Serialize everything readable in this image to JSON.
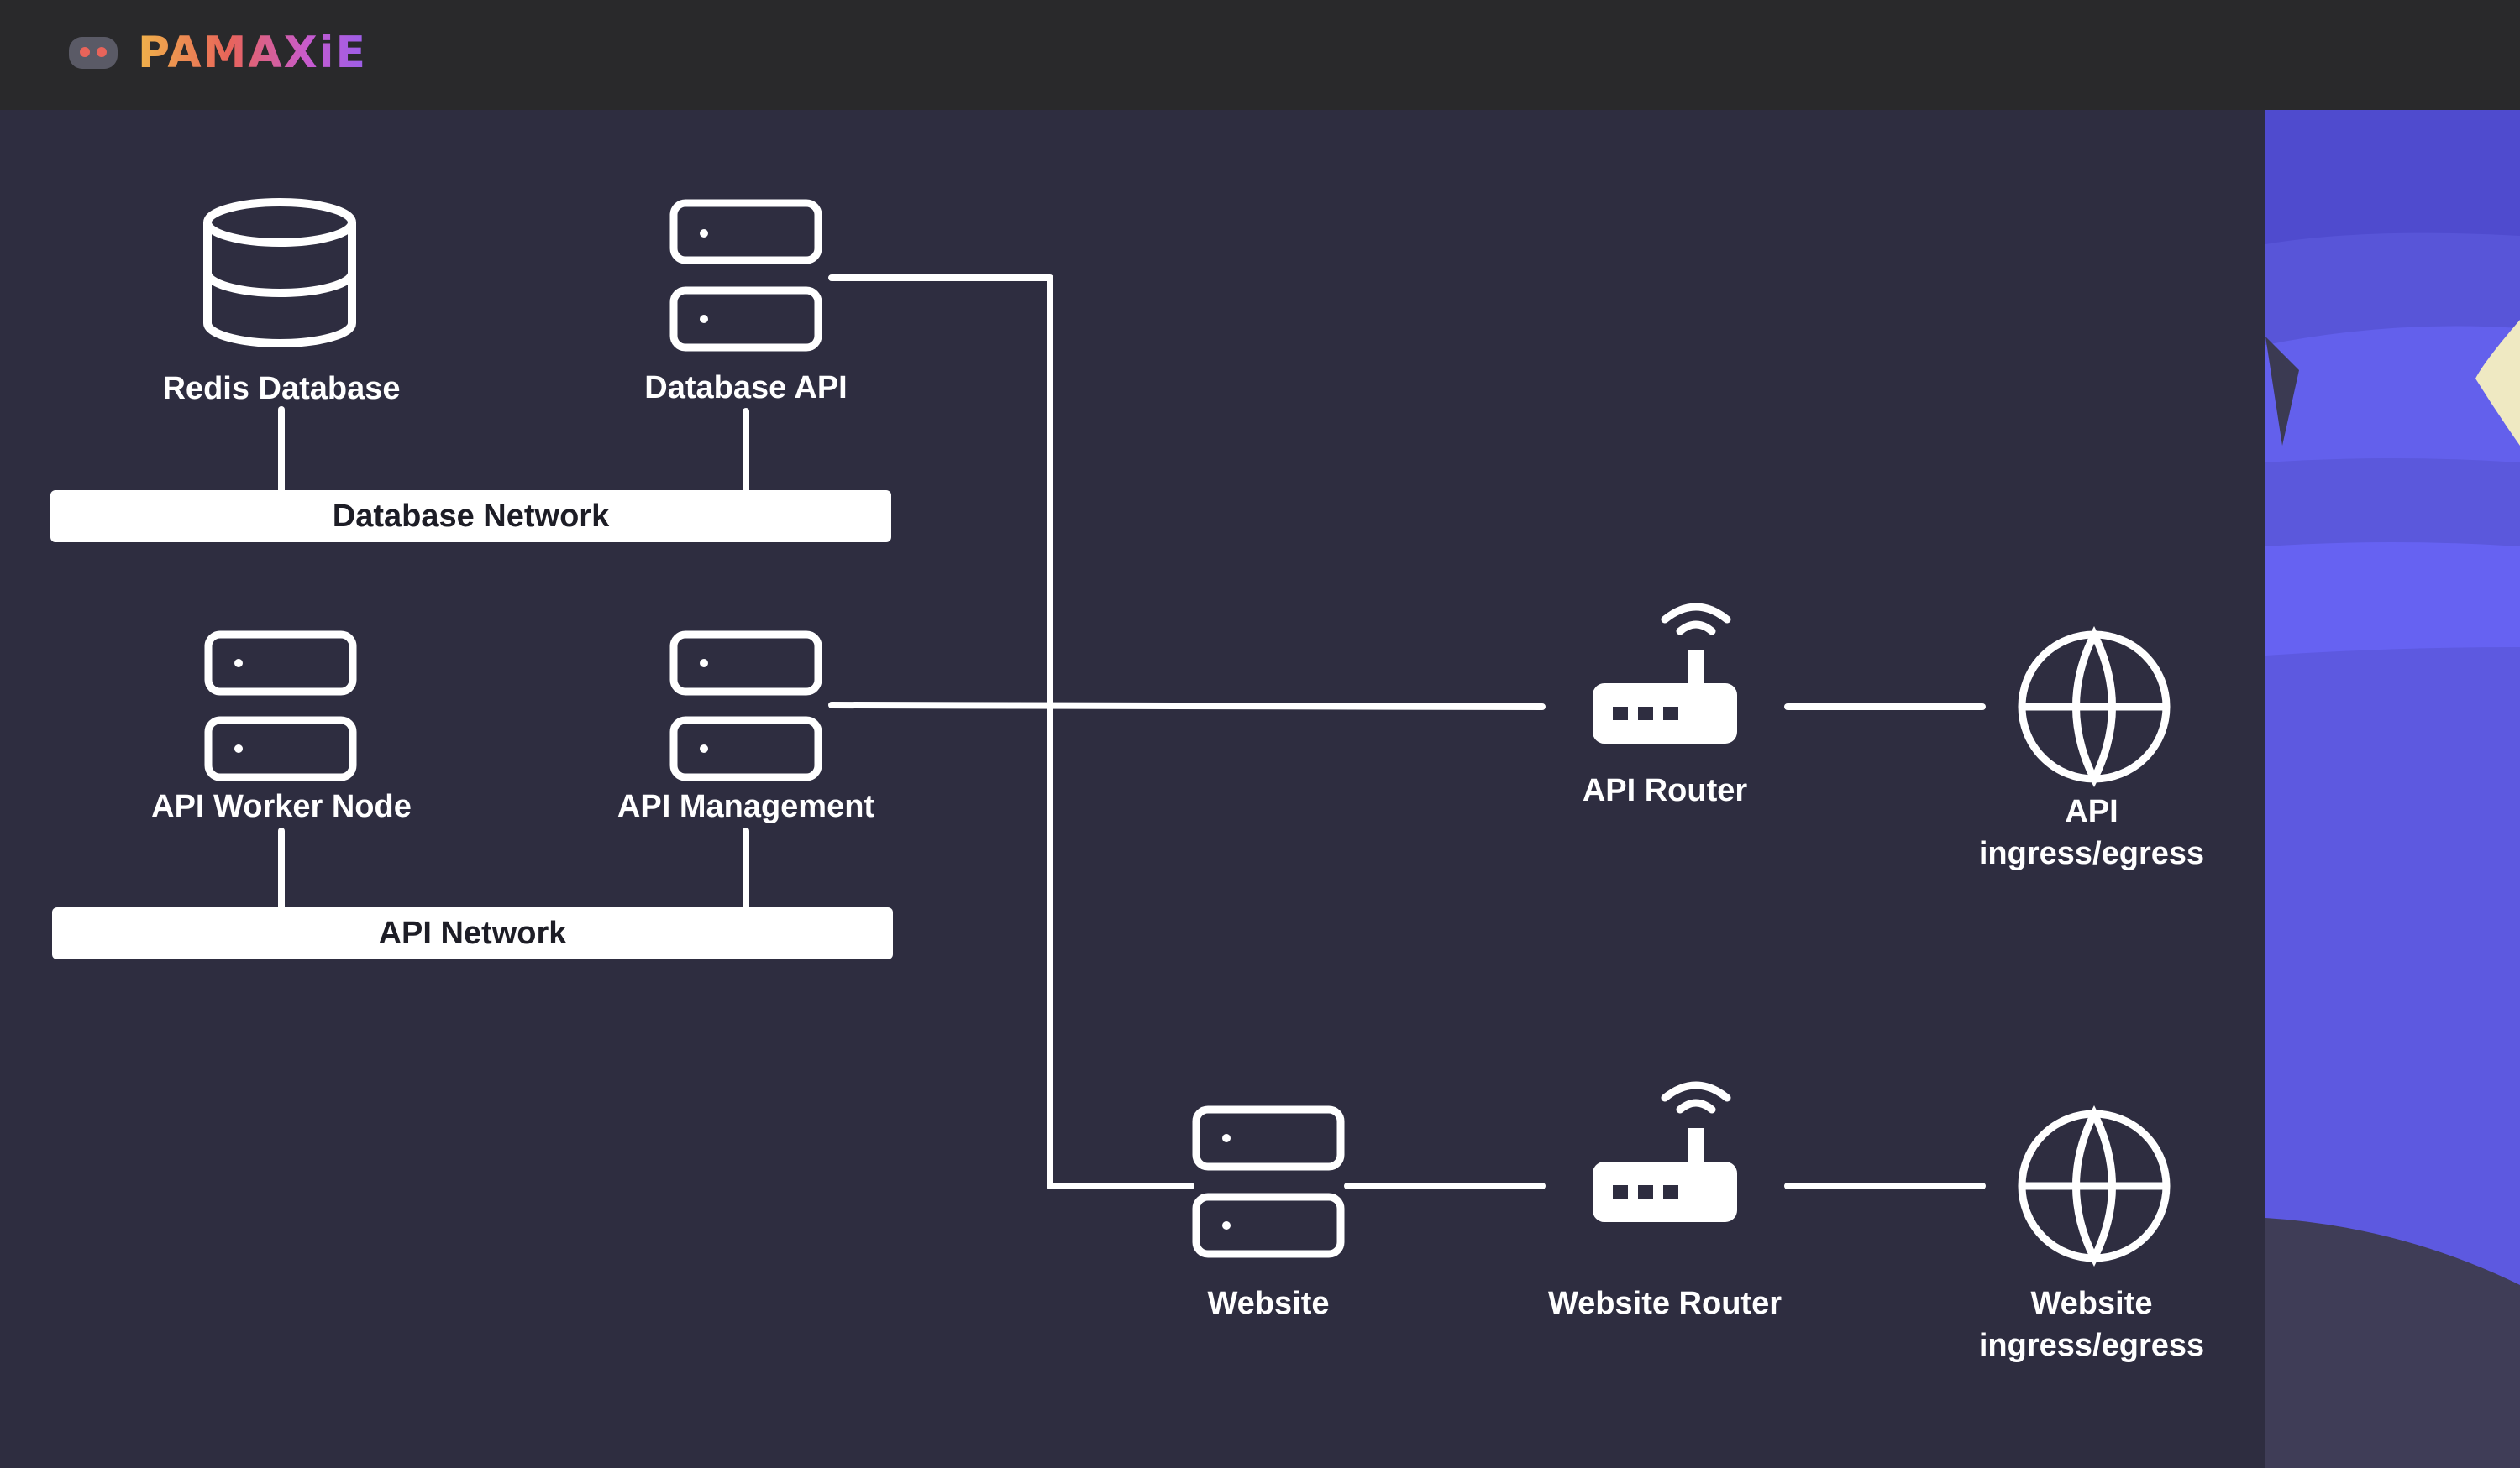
{
  "header": {
    "logo_text": "PAMAXiE",
    "logo_icon": "robot-head-icon"
  },
  "colors": {
    "background": "#2e2d40",
    "topbar": "#29292b",
    "lines": "#ffffff",
    "side_panel": "#5a56e0"
  },
  "nodes": {
    "redis_database": "Redis Database",
    "database_api": "Database API",
    "api_worker_node": "API Worker Node",
    "api_management": "API Management",
    "api_router": "API Router",
    "api_ingress": "API\ningress/egress",
    "website": "Website",
    "website_router": "Website Router",
    "website_ingress": "Website\ningress/egress"
  },
  "networks": {
    "database_network": "Database Network",
    "api_network": "API Network"
  },
  "icons": {
    "database": "database-icon",
    "server": "server-icon",
    "router": "router-icon",
    "globe": "globe-icon"
  }
}
